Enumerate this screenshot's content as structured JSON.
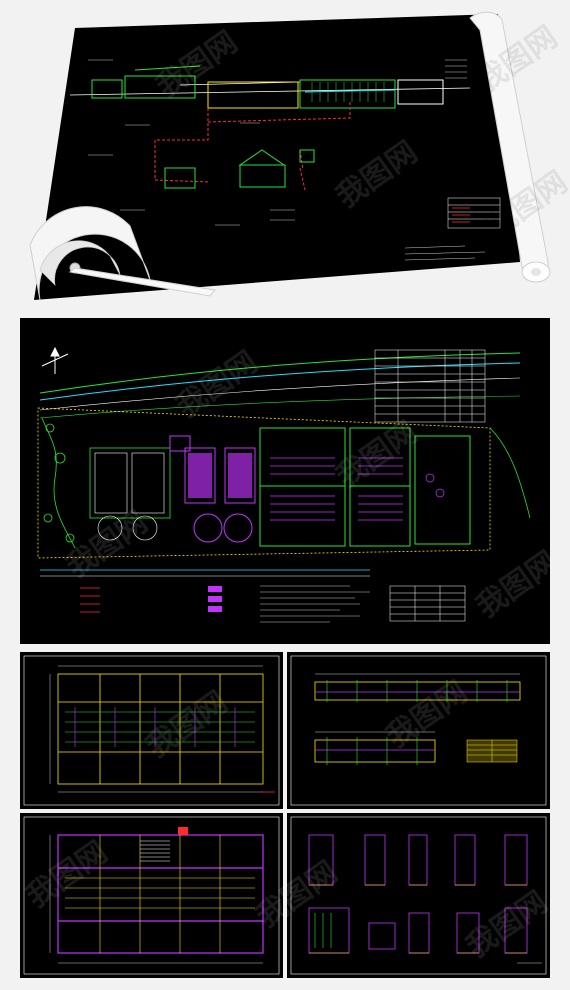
{
  "watermark_text": "我图网",
  "colors": {
    "cad_background": "#000000",
    "page_background": "#f2f2f2",
    "green": "#27e52f",
    "magenta": "#c233ff",
    "red": "#ff2b2b",
    "yellow": "#ffe600",
    "cyan": "#22e0ff",
    "white": "#ffffff"
  },
  "panels": [
    {
      "name": "process-flow-drawing",
      "icon": "rolled-blueprint-icon"
    },
    {
      "name": "site-plan-drawing",
      "icon": "north-arrow-icon"
    },
    {
      "name": "tank-plan-drawing"
    },
    {
      "name": "section-elevation-drawing"
    },
    {
      "name": "structural-plan-drawing"
    },
    {
      "name": "detail-sections-drawing"
    }
  ]
}
